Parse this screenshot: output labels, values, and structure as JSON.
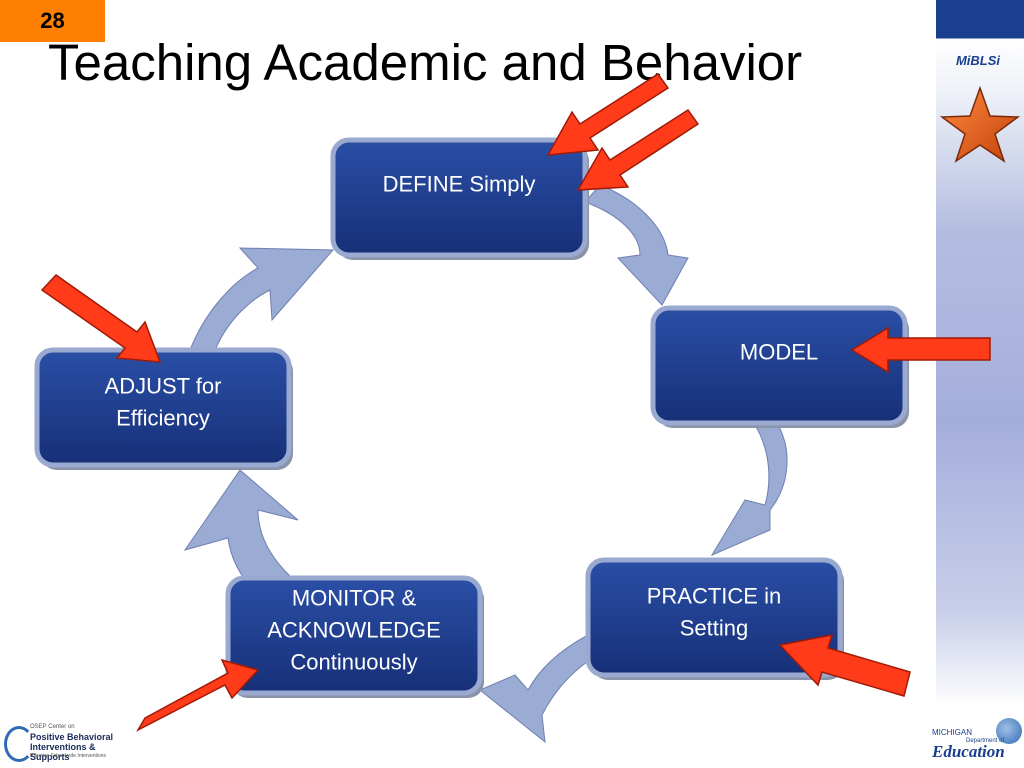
{
  "slide": {
    "number": "28",
    "title": "Teaching Academic and Behavior"
  },
  "cycle": {
    "nodes": [
      {
        "id": "define",
        "lines": [
          "DEFINE Simply"
        ]
      },
      {
        "id": "model",
        "lines": [
          "MODEL"
        ]
      },
      {
        "id": "practice",
        "lines": [
          "PRACTICE in",
          "Setting"
        ]
      },
      {
        "id": "monitor",
        "lines": [
          "MONITOR &",
          "ACKNOWLEDGE",
          "Continuously"
        ]
      },
      {
        "id": "adjust",
        "lines": [
          "ADJUST for",
          "Efficiency"
        ]
      }
    ]
  },
  "logos": {
    "mibl": "MiBLSi",
    "pbis_top": "OSEP Center on",
    "pbis_line1": "Positive Behavioral",
    "pbis_line2": "Interventions & Supports",
    "pbis_line3": "Effective Schoolwide Interventions",
    "mi_top": "MICHIGAN",
    "mi_dept": "Department of",
    "mi_edu": "Education"
  },
  "colors": {
    "node_fill": "#1c3f94",
    "node_edge": "#9aa9cf",
    "cycle_arrow": "#9aabd4",
    "pointer_arrow": "#ff3b1a",
    "slide_number_bg": "#ff7f00",
    "star": "#e65a1e"
  }
}
